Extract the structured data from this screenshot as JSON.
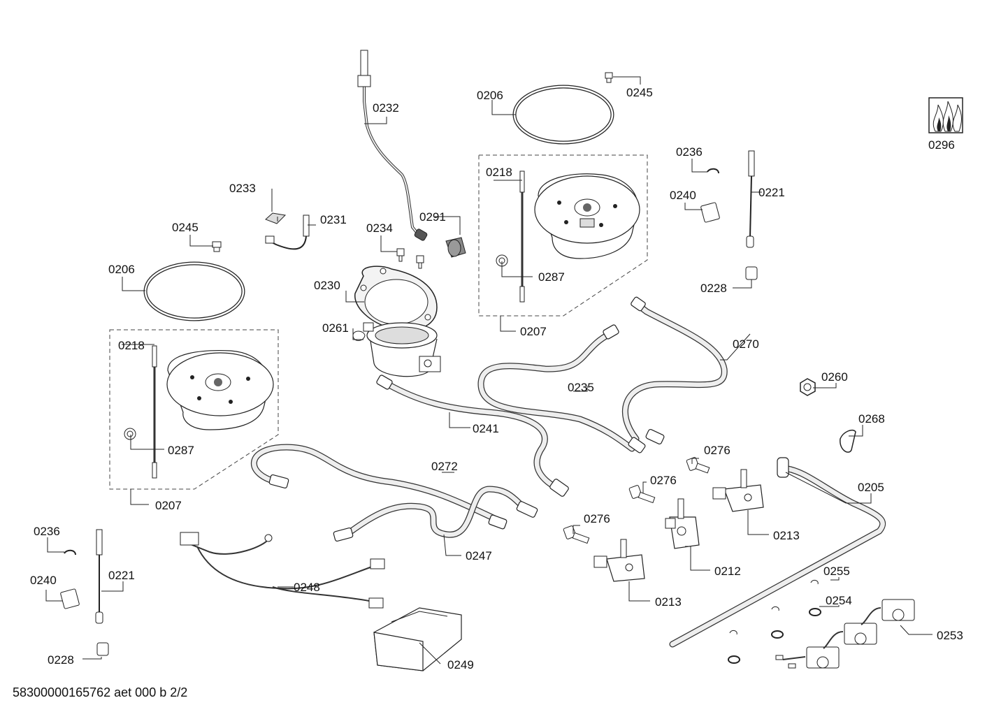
{
  "document_id": "58300000165762 aet 000 b 2/2",
  "part_labels": {
    "p0205": "0205",
    "p0206a": "0206",
    "p0206b": "0206",
    "p0207a": "0207",
    "p0207b": "0207",
    "p0212": "0212",
    "p0213a": "0213",
    "p0213b": "0213",
    "p0218a": "0218",
    "p0218b": "0218",
    "p0221a": "0221",
    "p0221b": "0221",
    "p0228a": "0228",
    "p0228b": "0228",
    "p0230": "0230",
    "p0231": "0231",
    "p0232": "0232",
    "p0233": "0233",
    "p0234": "0234",
    "p0235": "0235",
    "p0236a": "0236",
    "p0236b": "0236",
    "p0240a": "0240",
    "p0240b": "0240",
    "p0241": "0241",
    "p0245a": "0245",
    "p0245b": "0245",
    "p0247": "0247",
    "p0248": "0248",
    "p0249": "0249",
    "p0253": "0253",
    "p0254": "0254",
    "p0255": "0255",
    "p0260": "0260",
    "p0261": "0261",
    "p0268": "0268",
    "p0270": "0270",
    "p0272": "0272",
    "p0276a": "0276",
    "p0276b": "0276",
    "p0276c": "0276",
    "p0287a": "0287",
    "p0287b": "0287",
    "p0291": "0291",
    "p0296": "0296"
  }
}
